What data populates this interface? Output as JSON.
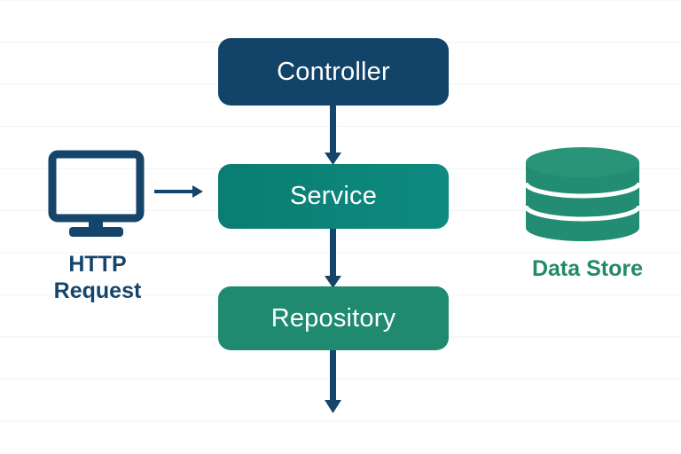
{
  "diagram": {
    "layers": [
      {
        "id": "controller",
        "label": "Controller",
        "color": "#114468"
      },
      {
        "id": "service",
        "label": "Service",
        "color": "#0b8378"
      },
      {
        "id": "repository",
        "label": "Repository",
        "color": "#1f8a70"
      }
    ],
    "client": {
      "line1": "HTTP",
      "line2": "Request",
      "icon": "monitor-icon",
      "color": "#15456b"
    },
    "datastore": {
      "label": "Data Store",
      "icon": "database-icon",
      "color": "#218a6c"
    },
    "edges": [
      {
        "from": "controller",
        "to": "service"
      },
      {
        "from": "service",
        "to": "repository"
      },
      {
        "from": "repository",
        "to": "below"
      },
      {
        "from": "client",
        "to": "service"
      }
    ],
    "arrow_color": "#15456b"
  }
}
